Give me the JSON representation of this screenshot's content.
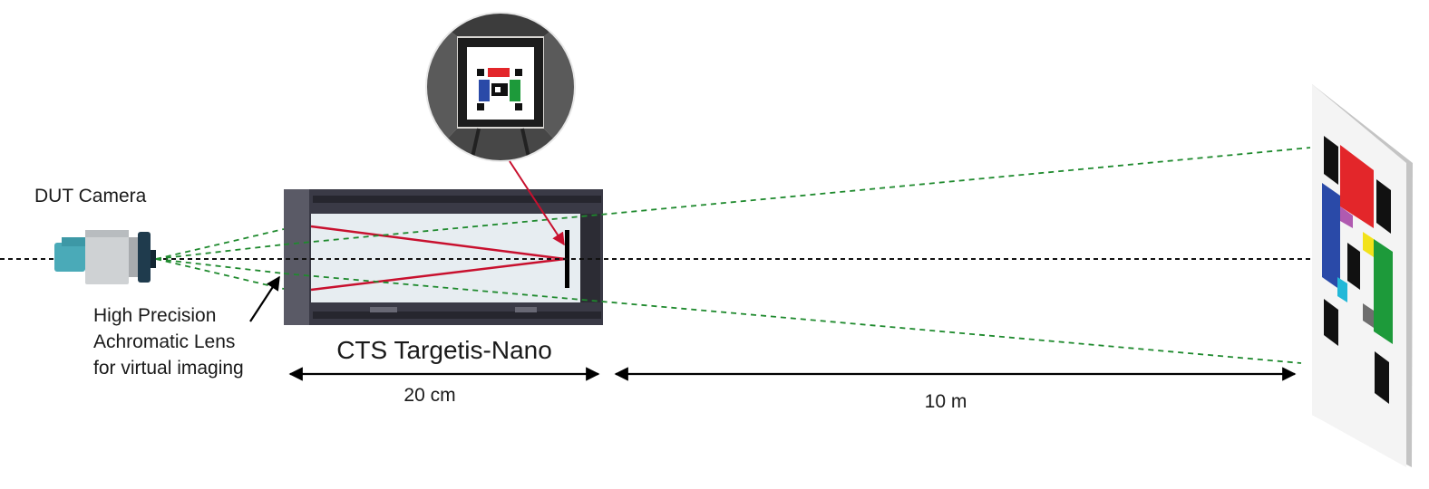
{
  "labels": {
    "camera": "DUT Camera",
    "lens_line1": "High Precision",
    "lens_line2": "Achromatic Lens",
    "lens_line3": "for virtual imaging",
    "device": "CTS Targetis-Nano",
    "device_length": "20 cm",
    "virtual_distance": "10 m"
  },
  "colors": {
    "optical_axis": "#111111",
    "field_of_view": "#1f8a2e",
    "light_path": "#c8102e",
    "housing": "#3a3a46",
    "camera_body": "#cfd2d4",
    "camera_mount": "#4aaab8",
    "chart_red": "#e3262a",
    "chart_blue": "#2a4aa8",
    "chart_green": "#1d9a3a",
    "chart_yellow": "#f2e21a",
    "chart_magenta": "#b05ab0",
    "chart_cyan": "#22b8d8",
    "chart_gray": "#6e6e6e"
  },
  "icons": [
    "camera-icon",
    "fiducial-marker-icon",
    "arrow-icon"
  ]
}
